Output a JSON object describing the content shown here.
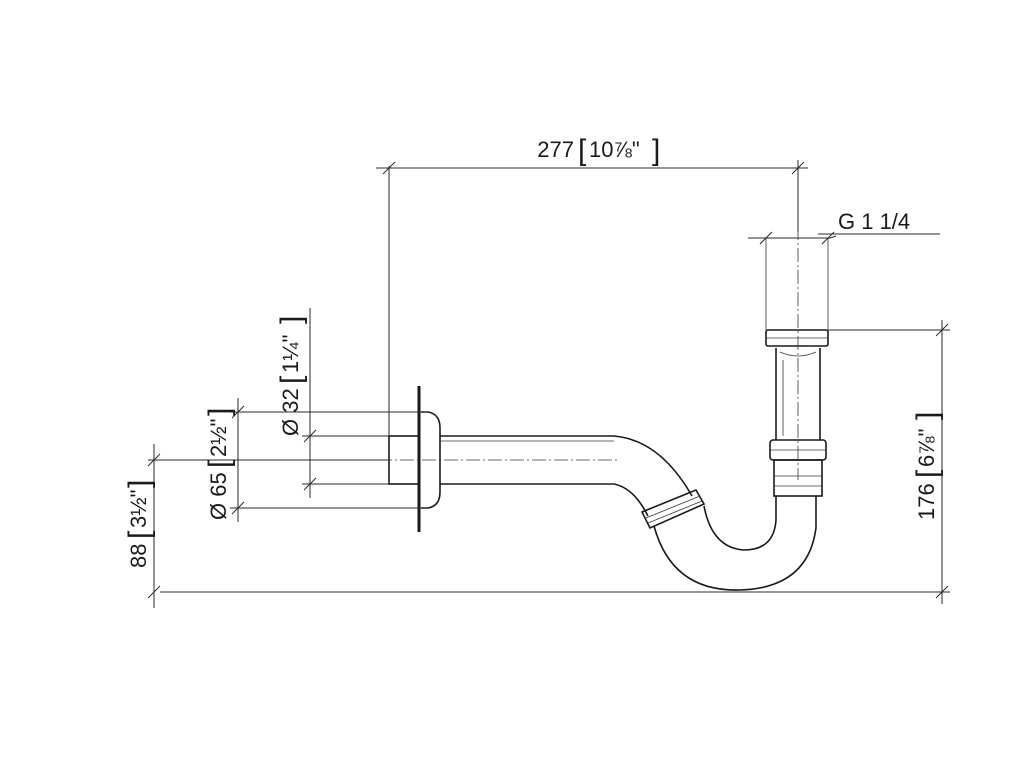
{
  "dimensions": {
    "overall_width": {
      "value": "277",
      "inch": "10⅞\""
    },
    "thread": {
      "value": "G 1 1/4"
    },
    "height_total": {
      "value": "176",
      "inch": "6⅞\""
    },
    "inlet_height": {
      "value": "88",
      "inch": "3½\""
    },
    "flange_dia": {
      "value": "Ø 65",
      "inch": "2½\""
    },
    "pipe_dia": {
      "value": "Ø 32",
      "inch": "1¼\""
    }
  },
  "colors": {
    "line": "#1a1a1a",
    "background": "#ffffff"
  }
}
